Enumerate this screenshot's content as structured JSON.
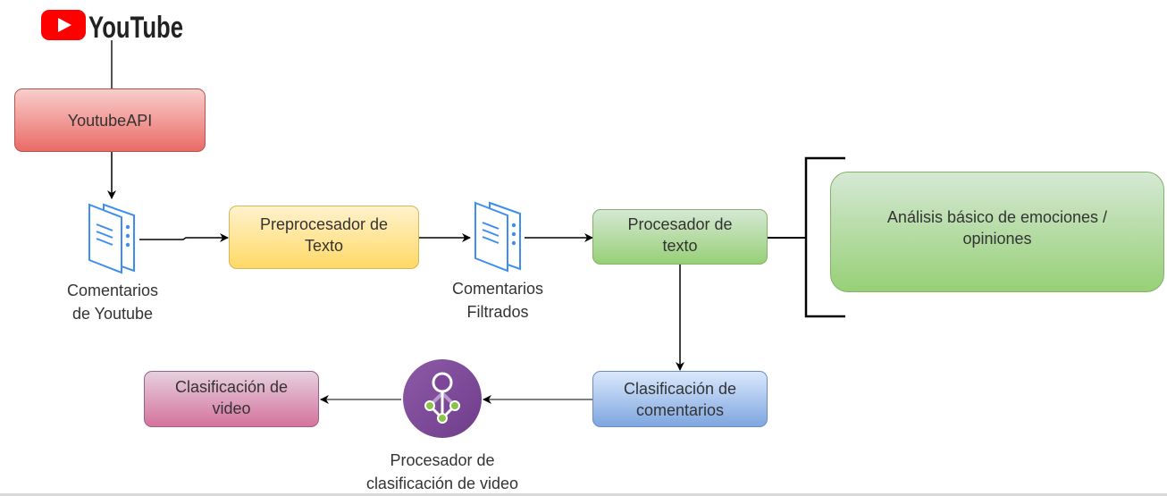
{
  "logo": {
    "text": "YouTube",
    "icon": "youtube-play-icon",
    "color": "#ff0000"
  },
  "nodes": {
    "youtube_api": {
      "label": "YoutubeAPI",
      "color": "#ea6b66"
    },
    "comments_youtube": {
      "label_line1": "Comentarios",
      "label_line2": "de Youtube",
      "icon": "documents-icon"
    },
    "preprocessor": {
      "label_line1": "Preprocesador de",
      "label_line2": "Texto",
      "color": "#ffd966"
    },
    "filtered_comments": {
      "label_line1": "Comentarios",
      "label_line2": "Filtrados",
      "icon": "documents-icon"
    },
    "text_processor": {
      "label_line1": "Procesador de",
      "label_line2": "texto",
      "color": "#97d077"
    },
    "sentiment_analysis": {
      "label_line1": "Análisis básico de emociones /",
      "label_line2": "opiniones",
      "color": "#97d077"
    },
    "comment_classification": {
      "label_line1": "Clasificación de",
      "label_line2": "comentarios",
      "color": "#7ea6e0"
    },
    "video_classifier": {
      "label_line1": "Procesador de",
      "label_line2": "clasificación de video",
      "icon": "ml-network-icon",
      "color": "#7d4698"
    },
    "video_classification": {
      "label_line1": "Clasificación de",
      "label_line2": "video",
      "color": "#d5739d"
    }
  },
  "edges": [
    {
      "from": "logo",
      "to": "youtube_api",
      "arrow": false
    },
    {
      "from": "youtube_api",
      "to": "comments_youtube",
      "arrow": true
    },
    {
      "from": "comments_youtube",
      "to": "preprocessor",
      "arrow": true
    },
    {
      "from": "preprocessor",
      "to": "filtered_comments",
      "arrow": true
    },
    {
      "from": "filtered_comments",
      "to": "text_processor",
      "arrow": true
    },
    {
      "from": "text_processor",
      "to": "sentiment_analysis",
      "arrow": false,
      "style": "bracket"
    },
    {
      "from": "text_processor",
      "to": "comment_classification",
      "arrow": true
    },
    {
      "from": "comment_classification",
      "to": "video_classifier",
      "arrow": true
    },
    {
      "from": "video_classifier",
      "to": "video_classification",
      "arrow": true
    }
  ]
}
